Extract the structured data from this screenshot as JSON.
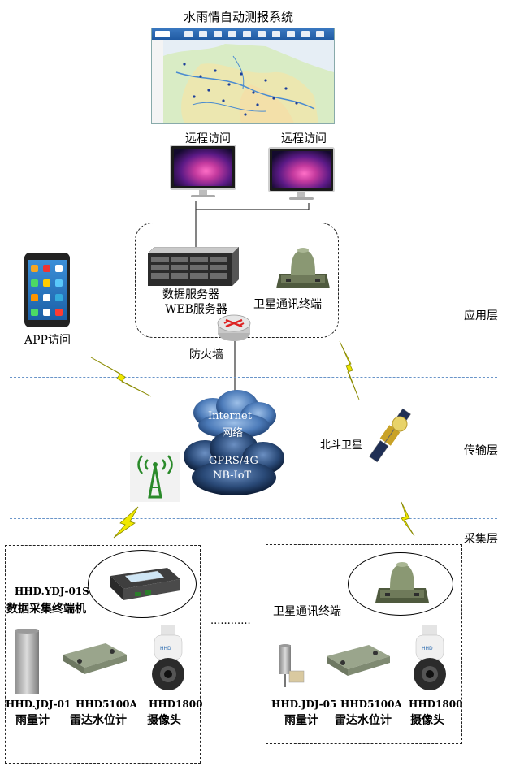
{
  "title": "水雨情自动测报系统",
  "remote_access_left": "远程访问",
  "remote_access_right": "远程访问",
  "server_label_1": "数据服务器",
  "server_label_2": "WEB服务器",
  "satellite_terminal_top": "卫星通讯终端",
  "firewall": "防火墙",
  "app_access": "APP访问",
  "layers": {
    "application": "应用层",
    "transport": "传输层",
    "collection": "采集层"
  },
  "cloud_internet_1": "Internet",
  "cloud_internet_2": "网络",
  "cloud_gprs_1": "GPRS/4G",
  "cloud_gprs_2": "NB-IoT",
  "beidou": "北斗卫星",
  "left_station": {
    "terminal_model": "HHD.YDJ-01S",
    "terminal_name": "数据采集终端机",
    "ellipsis": "............",
    "devices": [
      {
        "model": "HHD.JDJ-01",
        "name": "雨量计"
      },
      {
        "model": "HHD5100A",
        "name": "雷达水位计"
      },
      {
        "model": "HHD1800",
        "name": "摄像头"
      }
    ]
  },
  "right_station": {
    "terminal_name": "卫星通讯终端",
    "devices": [
      {
        "model": "HHD.JDJ-05",
        "name": "雨量计"
      },
      {
        "model": "HHD5100A",
        "name": "雷达水位计"
      },
      {
        "model": "HHD1800",
        "name": "摄像头"
      }
    ]
  },
  "colors": {
    "layer_line": "#6a95c9",
    "lightning": "#e8e000",
    "cloud": "#2a4a78"
  }
}
